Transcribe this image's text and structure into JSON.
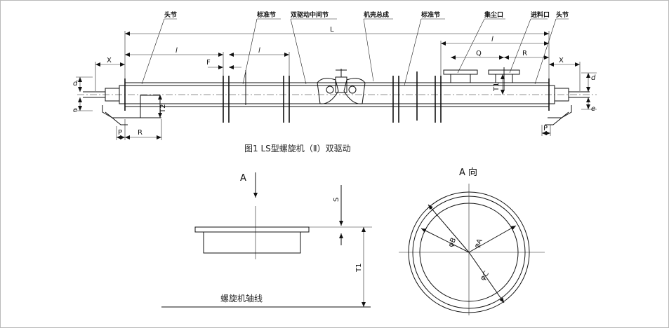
{
  "labels": {
    "head_left": "头节",
    "standard_left": "标准节",
    "drive_middle": "双驱动中间节",
    "drive_assembly": "机壳总成",
    "standard_right": "标准节",
    "dust_port": "集尘口",
    "feed_port": "进料口",
    "head_right": "头节"
  },
  "dims": {
    "L": "L",
    "l_left": "l",
    "l_mid": "l",
    "l_right": "l",
    "X_left": "X",
    "X_right": "X",
    "Q": "Q",
    "R_top": "R",
    "R_bottom": "R",
    "F": "F",
    "T1_top": "T1",
    "T2": "T2",
    "d_left": "d",
    "d_right": "d",
    "e_left": "e",
    "e_right": "e",
    "P_left": "P",
    "P_right": "P",
    "A_arrow": "A",
    "S": "S",
    "T1_bottom": "T1",
    "phiB": "φB",
    "phiA": "φA",
    "phiC": "φC"
  },
  "caption": "图1 LS型螺旋机（Ⅱ）双驱动",
  "axis_label": "螺旋机轴线",
  "view_title": "A 向"
}
